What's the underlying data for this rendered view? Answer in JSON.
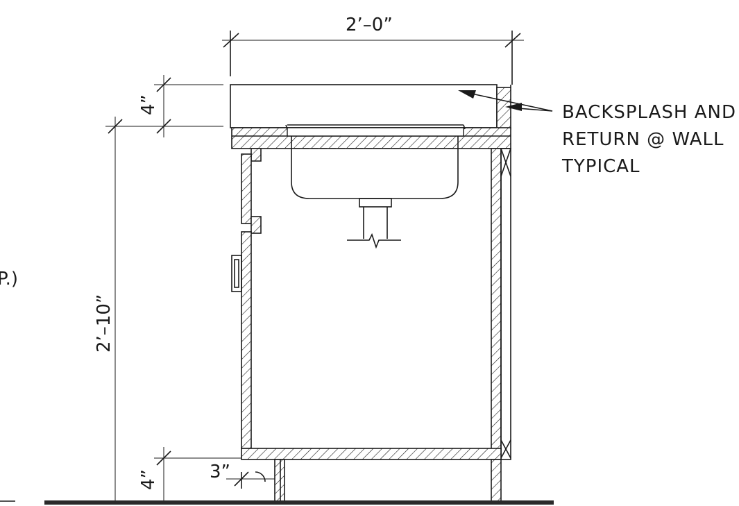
{
  "dimensions": {
    "overall_width": "2’–0”",
    "backsplash_height": "4”",
    "cabinet_height": "2’–10”",
    "toe_kick_height": "4”",
    "toe_kick_depth": "3”"
  },
  "callout": {
    "line1": "BACKSPLASH AND",
    "line2": "RETURN @ WALL",
    "line3": "TYPICAL"
  },
  "cropped_text": "P.)"
}
